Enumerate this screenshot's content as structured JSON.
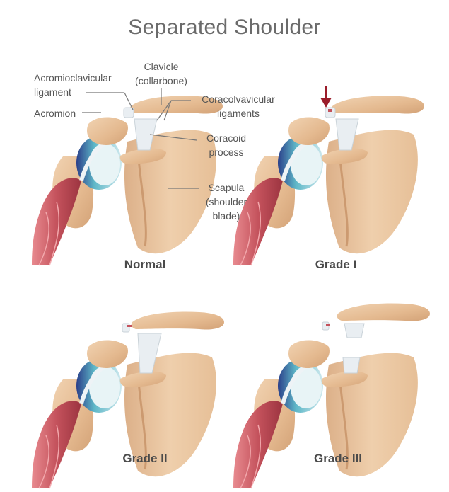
{
  "title": "Separated Shoulder",
  "panels": [
    {
      "caption": "Normal"
    },
    {
      "caption": "Grade I"
    },
    {
      "caption": "Grade II"
    },
    {
      "caption": "Grade III"
    }
  ],
  "labels": {
    "ac_ligament_line1": "Acromioclavicular",
    "ac_ligament_line2": "ligament",
    "acromion": "Acromion",
    "clavicle_line1": "Clavicle",
    "clavicle_line2": "(collarbone)",
    "cc_ligaments_line1": "Coracolvavicular",
    "cc_ligaments_line2": "ligaments",
    "coracoid_line1": "Coracoid",
    "coracoid_line2": "process",
    "scapula_line1": "Scapula",
    "scapula_line2": "(shoulder",
    "scapula_line3": "blade)"
  },
  "colors": {
    "bone": "#e8c29c",
    "bone_shade": "#c9996e",
    "cartilage": "#5fb8c8",
    "cartilage_dark": "#2a3f8a",
    "muscle": "#c4525c",
    "ligament": "#e9eef2",
    "arrow": "#9a1c2a"
  }
}
